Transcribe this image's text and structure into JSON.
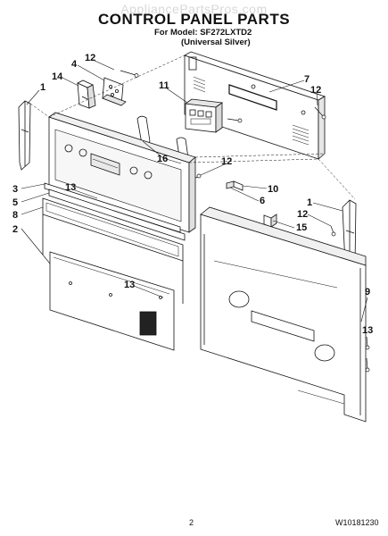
{
  "header": {
    "watermark": "AppliancePartsPros.com",
    "title": "CONTROL PANEL PARTS",
    "model_line": "For Model: SF272LXTD2",
    "color_line": "(Universal Silver)"
  },
  "footer": {
    "page_number": "2",
    "document_number": "W10181230"
  },
  "callouts": [
    "12",
    "4",
    "14",
    "1",
    "11",
    "7",
    "12",
    "16",
    "12",
    "10",
    "6",
    "3",
    "13",
    "5",
    "8",
    "2",
    "1",
    "12",
    "15",
    "9",
    "13",
    "13"
  ]
}
